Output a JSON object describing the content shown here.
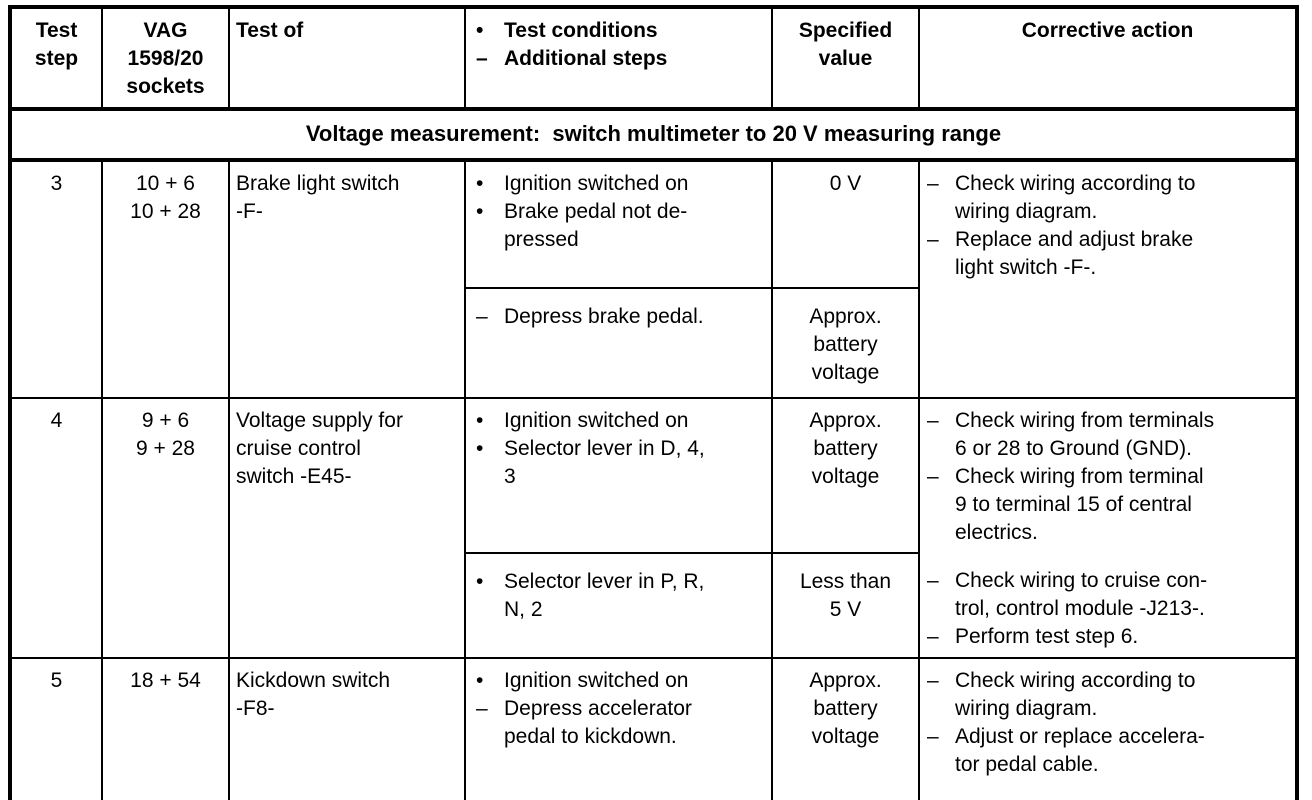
{
  "banner": "Voltage measurement:  switch multimeter to 20 V measuring range",
  "header": {
    "step": "Test\nstep",
    "sockets": "VAG\n1598/20\nsockets",
    "test_of": "Test of",
    "conditions_items": [
      {
        "marker": "•",
        "text": "Test conditions"
      },
      {
        "marker": "–",
        "text": "Additional steps"
      }
    ],
    "value": "Specified\nvalue",
    "corrective": "Corrective action"
  },
  "rows": [
    {
      "step": "3",
      "sockets": "10 + 6\n10 + 28",
      "test_of": "Brake light switch\n-F-",
      "sub": [
        {
          "conditions": [
            {
              "marker": "•",
              "text": "Ignition switched on"
            },
            {
              "marker": "•",
              "text": "Brake pedal not de-\npressed"
            }
          ],
          "value": "0 V",
          "corrective": [
            {
              "marker": "–",
              "text": "Check wiring according to\nwiring diagram."
            },
            {
              "marker": "–",
              "text": "Replace and adjust brake\nlight switch -F-."
            }
          ]
        },
        {
          "conditions": [
            {
              "marker": "–",
              "text": "Depress brake pedal."
            }
          ],
          "value": "Approx.\nbattery\nvoltage",
          "corrective": []
        }
      ]
    },
    {
      "step": "4",
      "sockets": "9 + 6\n9 + 28",
      "test_of": "Voltage supply for\ncruise control\nswitch -E45-",
      "sub": [
        {
          "conditions": [
            {
              "marker": "•",
              "text": "Ignition switched on"
            },
            {
              "marker": "•",
              "text": "Selector lever in D, 4,\n3"
            }
          ],
          "value": "Approx.\nbattery\nvoltage",
          "corrective": [
            {
              "marker": "–",
              "text": "Check wiring from terminals\n6 or 28 to Ground (GND)."
            },
            {
              "marker": "–",
              "text": "Check wiring from terminal\n9 to terminal 15 of central\nelectrics."
            }
          ]
        },
        {
          "conditions": [
            {
              "marker": "•",
              "text": "Selector lever in P, R,\nN, 2"
            }
          ],
          "value": "Less than\n5 V",
          "corrective": [
            {
              "marker": "–",
              "text": "Check wiring to cruise con-\ntrol, control module -J213-."
            },
            {
              "marker": "–",
              "text": "Perform test step 6."
            }
          ]
        }
      ]
    },
    {
      "step": "5",
      "sockets": "18 + 54",
      "test_of": "Kickdown switch\n-F8-",
      "sub": [
        {
          "conditions": [
            {
              "marker": "•",
              "text": "Ignition switched on"
            },
            {
              "marker": "–",
              "text": "Depress accelerator\npedal to kickdown."
            }
          ],
          "value": "Approx.\nbattery\nvoltage",
          "corrective": [
            {
              "marker": "–",
              "text": "Check wiring according to\nwiring diagram."
            },
            {
              "marker": "–",
              "text": "Adjust or replace accelera-\ntor pedal cable."
            }
          ]
        }
      ]
    }
  ]
}
